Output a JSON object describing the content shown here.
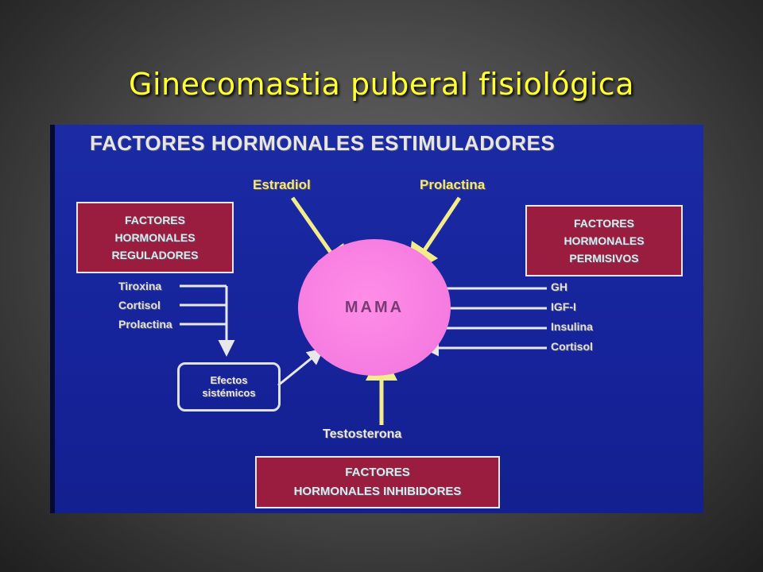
{
  "slide": {
    "title": "Ginecomastia puberal fisiológica"
  },
  "diagram": {
    "heading": "FACTORES HORMONALES ESTIMULADORES",
    "stimulators": {
      "left": "Estradiol",
      "right": "Prolactina"
    },
    "center": "MAMA",
    "regulators": {
      "box_lines": [
        "FACTORES",
        "HORMONALES",
        "REGULADORES"
      ],
      "items": [
        "Tiroxina",
        "Cortisol",
        "Prolactina"
      ],
      "effects_lines": [
        "Efectos",
        "sistémicos"
      ]
    },
    "permissive": {
      "box_lines": [
        "FACTORES",
        "HORMONALES",
        "PERMISIVOS"
      ],
      "items": [
        "GH",
        "IGF-I",
        "Insulina",
        "Cortisol"
      ]
    },
    "inhibitor": {
      "label": "Testosterona",
      "box_lines": [
        "FACTORES",
        "HORMONALES INHIBIDORES"
      ]
    }
  },
  "colors": {
    "title": "#ffff33",
    "panel_bg": "#1b2ba4",
    "box_fill": "#9a1c3e",
    "center_fill": "#f57be0",
    "arrow_yellow": "#f2ec8a"
  }
}
